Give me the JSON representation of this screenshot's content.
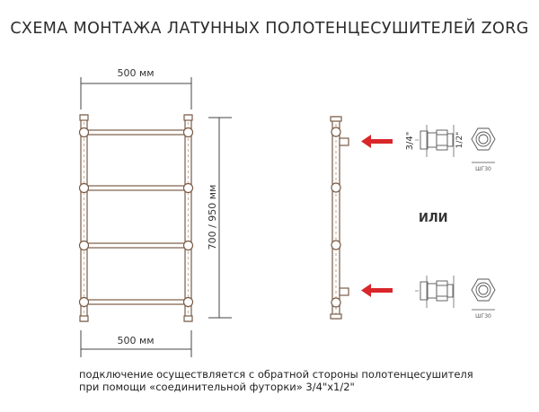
{
  "title": "СХЕМА МОНТАЖА ЛАТУННЫХ ПОЛОТЕНЦЕСУШИТЕЛЕЙ ZORG",
  "dimensions": {
    "width_top": "500 мм",
    "width_bottom": "500 мм",
    "height": "700 / 950 мм"
  },
  "connection": {
    "top_label_a": "3/4\"",
    "top_label_b": "1/2\"",
    "top_nut_label": "ШГ30",
    "or_label": "ИЛИ",
    "bottom_nut_label": "ШГ30"
  },
  "note": {
    "line1": "подключение осуществляется с обратной стороны полотенцесушителя",
    "line2": "при помощи «соединительной футорки» 3/4\"х1/2\""
  },
  "colors": {
    "pipe": "#8a6a55",
    "arrow": "#d9262a",
    "line": "#444444"
  }
}
